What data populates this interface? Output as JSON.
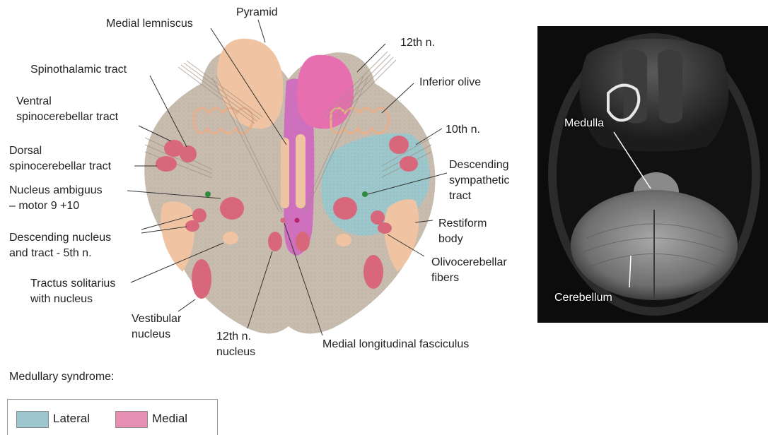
{
  "labels": {
    "pyramid": "Pyramid",
    "medial_lemniscus": "Medial lemniscus",
    "n12": "12th n.",
    "spinothalamic": "Spinothalamic tract",
    "inferior_olive": "Inferior olive",
    "ventral_spinocerebellar_1": "Ventral",
    "ventral_spinocerebellar_2": "spinocerebellar tract",
    "n10": "10th n.",
    "dorsal_spinocerebellar_1": "Dorsal",
    "dorsal_spinocerebellar_2": "spinocerebellar tract",
    "descending_sympathetic_1": "Descending",
    "descending_sympathetic_2": "sympathetic",
    "descending_sympathetic_3": "tract",
    "nucleus_ambiguus_1": "Nucleus ambiguus",
    "nucleus_ambiguus_2": "– motor 9 +10",
    "restiform_1": "Restiform",
    "restiform_2": "body",
    "descending_nucleus_1": "Descending nucleus",
    "descending_nucleus_2": "and tract - 5th n.",
    "olivocerebellar_1": "Olivocerebellar",
    "olivocerebellar_2": "fibers",
    "tractus_solitarius_1": "Tractus solitarius",
    "tractus_solitarius_2": "with nucleus",
    "vestibular_1": "Vestibular",
    "vestibular_2": "nucleus",
    "n12_nucleus_1": "12th n.",
    "n12_nucleus_2": "nucleus",
    "mlf": "Medial longitudinal fasciculus"
  },
  "mri": {
    "medulla": "Medulla",
    "cerebellum": "Cerebellum"
  },
  "legend": {
    "title": "Medullary syndrome:",
    "items": [
      {
        "label": "Lateral",
        "color": "#9ec6ce"
      },
      {
        "label": "Medial",
        "color": "#e890b4"
      }
    ]
  },
  "colors": {
    "tissue": "#c8bcaf",
    "tract_peach": "#f0c4a2",
    "nucleus_red": "#d8677c",
    "medial_pink": "#e76fb0",
    "lateral_teal": "#8fcbd4"
  }
}
